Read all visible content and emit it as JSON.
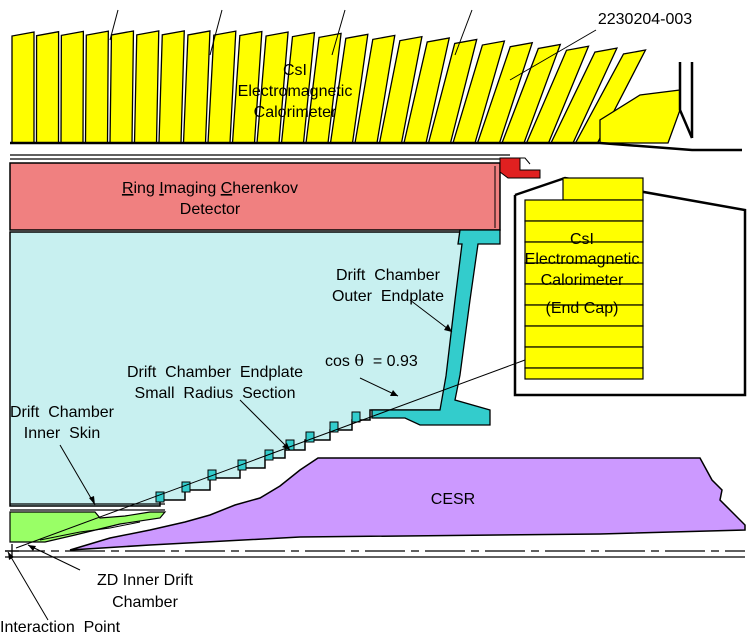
{
  "drawing_id": "2230204-003",
  "labels": {
    "csi_barrel": [
      "CsI",
      "Electromagnetic",
      "Calorimeter"
    ],
    "rich": {
      "line1_parts": [
        {
          "text": "R",
          "u": true
        },
        {
          "text": "ing ",
          "u": false
        },
        {
          "text": "I",
          "u": true
        },
        {
          "text": "maging ",
          "u": false
        },
        {
          "text": "C",
          "u": true
        },
        {
          "text": "herenkov",
          "u": false
        }
      ],
      "line2": "Detector"
    },
    "csi_endcap": [
      "CsI",
      "Electromagnetic",
      "Calorimeter",
      "(End Cap)"
    ],
    "outer_endplate": [
      "Drift  Chamber",
      "Outer  Endplate"
    ],
    "cos_theta": {
      "prefix": "cos",
      "symbol": "θ",
      "value": "= 0.93"
    },
    "small_radius": [
      "Drift  Chamber  Endplate",
      "Small  Radius  Section"
    ],
    "inner_skin": [
      "Drift  Chamber",
      "Inner  Skin"
    ],
    "cesr": "CESR",
    "zd": [
      "ZD Inner Drift",
      "Chamber"
    ],
    "interaction_point": "Interaction  Point"
  },
  "colors": {
    "csi": "#ffff00",
    "rich": "#f08080",
    "drift_chamber": "#c8f0f0",
    "endplate": "#33cccc",
    "cesr": "#cc99ff",
    "zd": "#99ff66",
    "line": "#000000",
    "red_part": "#e02020"
  }
}
